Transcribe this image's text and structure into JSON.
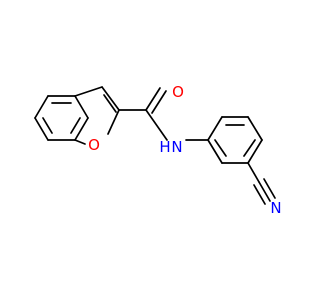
{
  "molecule": {
    "atoms": {
      "oxygen_carbonyl": {
        "symbol": "O",
        "color": "#ff0000"
      },
      "oxygen_furan": {
        "symbol": "O",
        "color": "#ff0000"
      },
      "nitrogen_amide": {
        "symbol": "N",
        "color": "#0000ff"
      },
      "hydrogen_amide": {
        "symbol": "H",
        "color": "#0000ff"
      },
      "nitrogen_nitrile": {
        "symbol": "N",
        "color": "#0000ff"
      }
    }
  }
}
